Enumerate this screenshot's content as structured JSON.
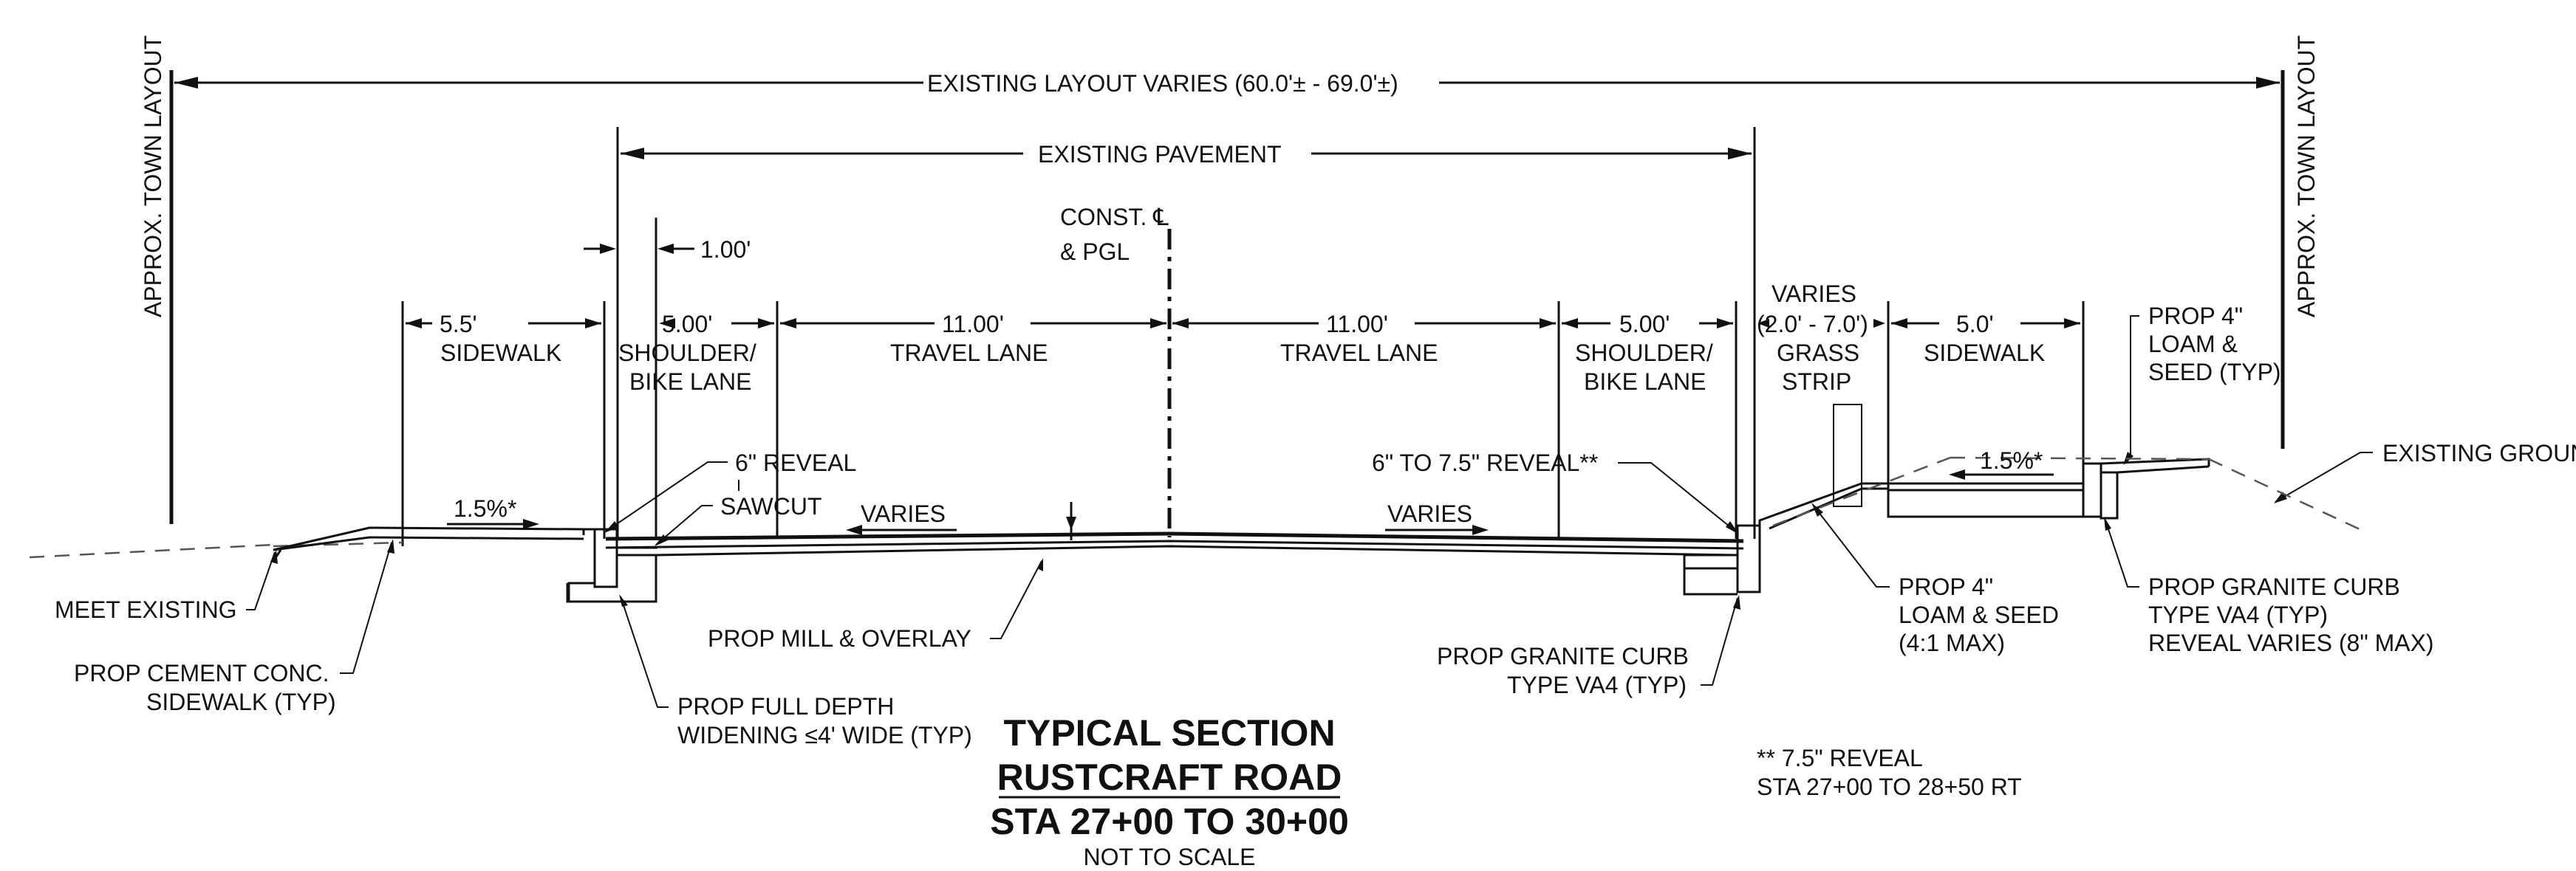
{
  "labels": {
    "town_layout_left": "APPROX. TOWN LAYOUT",
    "town_layout_right": "APPROX. TOWN LAYOUT",
    "existing_layout": "EXISTING LAYOUT VARIES (60.0'± - 69.0'±)",
    "existing_pavement": "EXISTING PAVEMENT",
    "const_line": "CONST. ℄",
    "pgl": "& PGL",
    "offset_100": "1.00'",
    "dim_sidewalk_left": "5.5'",
    "sidewalk_left": "SIDEWALK",
    "dim_shoulder_left": "5.00'",
    "shoulder_left_1": "SHOULDER/",
    "shoulder_left_2": "BIKE LANE",
    "dim_travel_left": "11.00'",
    "travel_left": "TRAVEL LANE",
    "dim_travel_right": "11.00'",
    "travel_right": "TRAVEL LANE",
    "dim_shoulder_right": "5.00'",
    "shoulder_right_1": "SHOULDER/",
    "shoulder_right_2": "BIKE LANE",
    "varies": "VARIES",
    "varies_range": "(2.0' - 7.0')",
    "grass_1": "GRASS",
    "grass_2": "STRIP",
    "dim_sidewalk_right": "5.0'",
    "sidewalk_right": "SIDEWALK",
    "prop_loam_top_1": "PROP 4\"",
    "prop_loam_top_2": "LOAM &",
    "prop_loam_top_3": "SEED (TYP)",
    "existing_ground": "EXISTING GROUND",
    "reveal_6": "6\" REVEAL",
    "sawcut": "SAWCUT",
    "slope_left": "1.5%*",
    "varies_left": "VARIES",
    "reveal_right": "6\" TO 7.5\" REVEAL**",
    "varies_right": "VARIES",
    "slope_right": "1.5%*",
    "meet_existing": "MEET EXISTING",
    "prop_cement_1": "PROP CEMENT CONC.",
    "prop_cement_2": "SIDEWALK (TYP)",
    "prop_mill": "PROP MILL & OVERLAY",
    "prop_full_1": "PROP FULL DEPTH",
    "prop_full_2": "WIDENING  ≤4' WIDE (TYP)",
    "prop_loam_low_1": "PROP 4\"",
    "prop_loam_low_2": "LOAM & SEED",
    "prop_loam_low_3": "(4:1 MAX)",
    "prop_granite_r_1": "PROP GRANITE CURB",
    "prop_granite_r_2": "TYPE VA4 (TYP)",
    "prop_granite_r_3": "REVEAL VARIES (8\" MAX)",
    "prop_granite_m_1": "PROP GRANITE CURB",
    "prop_granite_m_2": "TYPE VA4 (TYP)",
    "note_1": "** 7.5\" REVEAL",
    "note_2": "STA 27+00 TO 28+50 RT"
  },
  "title": {
    "line1": "TYPICAL SECTION",
    "line2": "RUSTCRAFT ROAD",
    "line3": "STA 27+00 TO 30+00",
    "line4": "NOT TO SCALE"
  }
}
